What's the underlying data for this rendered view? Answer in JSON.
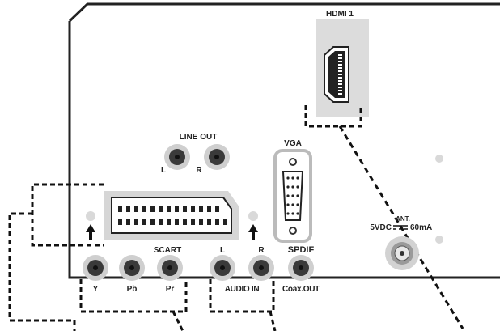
{
  "panel": {
    "hdmi1_label": "HDMI 1",
    "line_out_label": "LINE OUT",
    "line_out_left": "L",
    "line_out_right": "R",
    "vga_label": "VGA",
    "scart_label": "SCART",
    "ypbpr": {
      "y": "Y",
      "pb": "Pb",
      "pr": "Pr"
    },
    "audio_in": {
      "left": "L",
      "right": "R",
      "label": "AUDIO IN"
    },
    "spdif": {
      "label": "SPDIF",
      "sublabel": "Coax.OUT"
    },
    "antenna": {
      "label": "ANT.",
      "power_left": "5VDC",
      "power_right": "60mA"
    }
  },
  "colors": {
    "panel_border": "#222222",
    "jack_ring": "#cfcfcf",
    "jack_core": "#3a3a3a",
    "hdmi_bg": "#dcdcdc",
    "dash": "#111111"
  }
}
